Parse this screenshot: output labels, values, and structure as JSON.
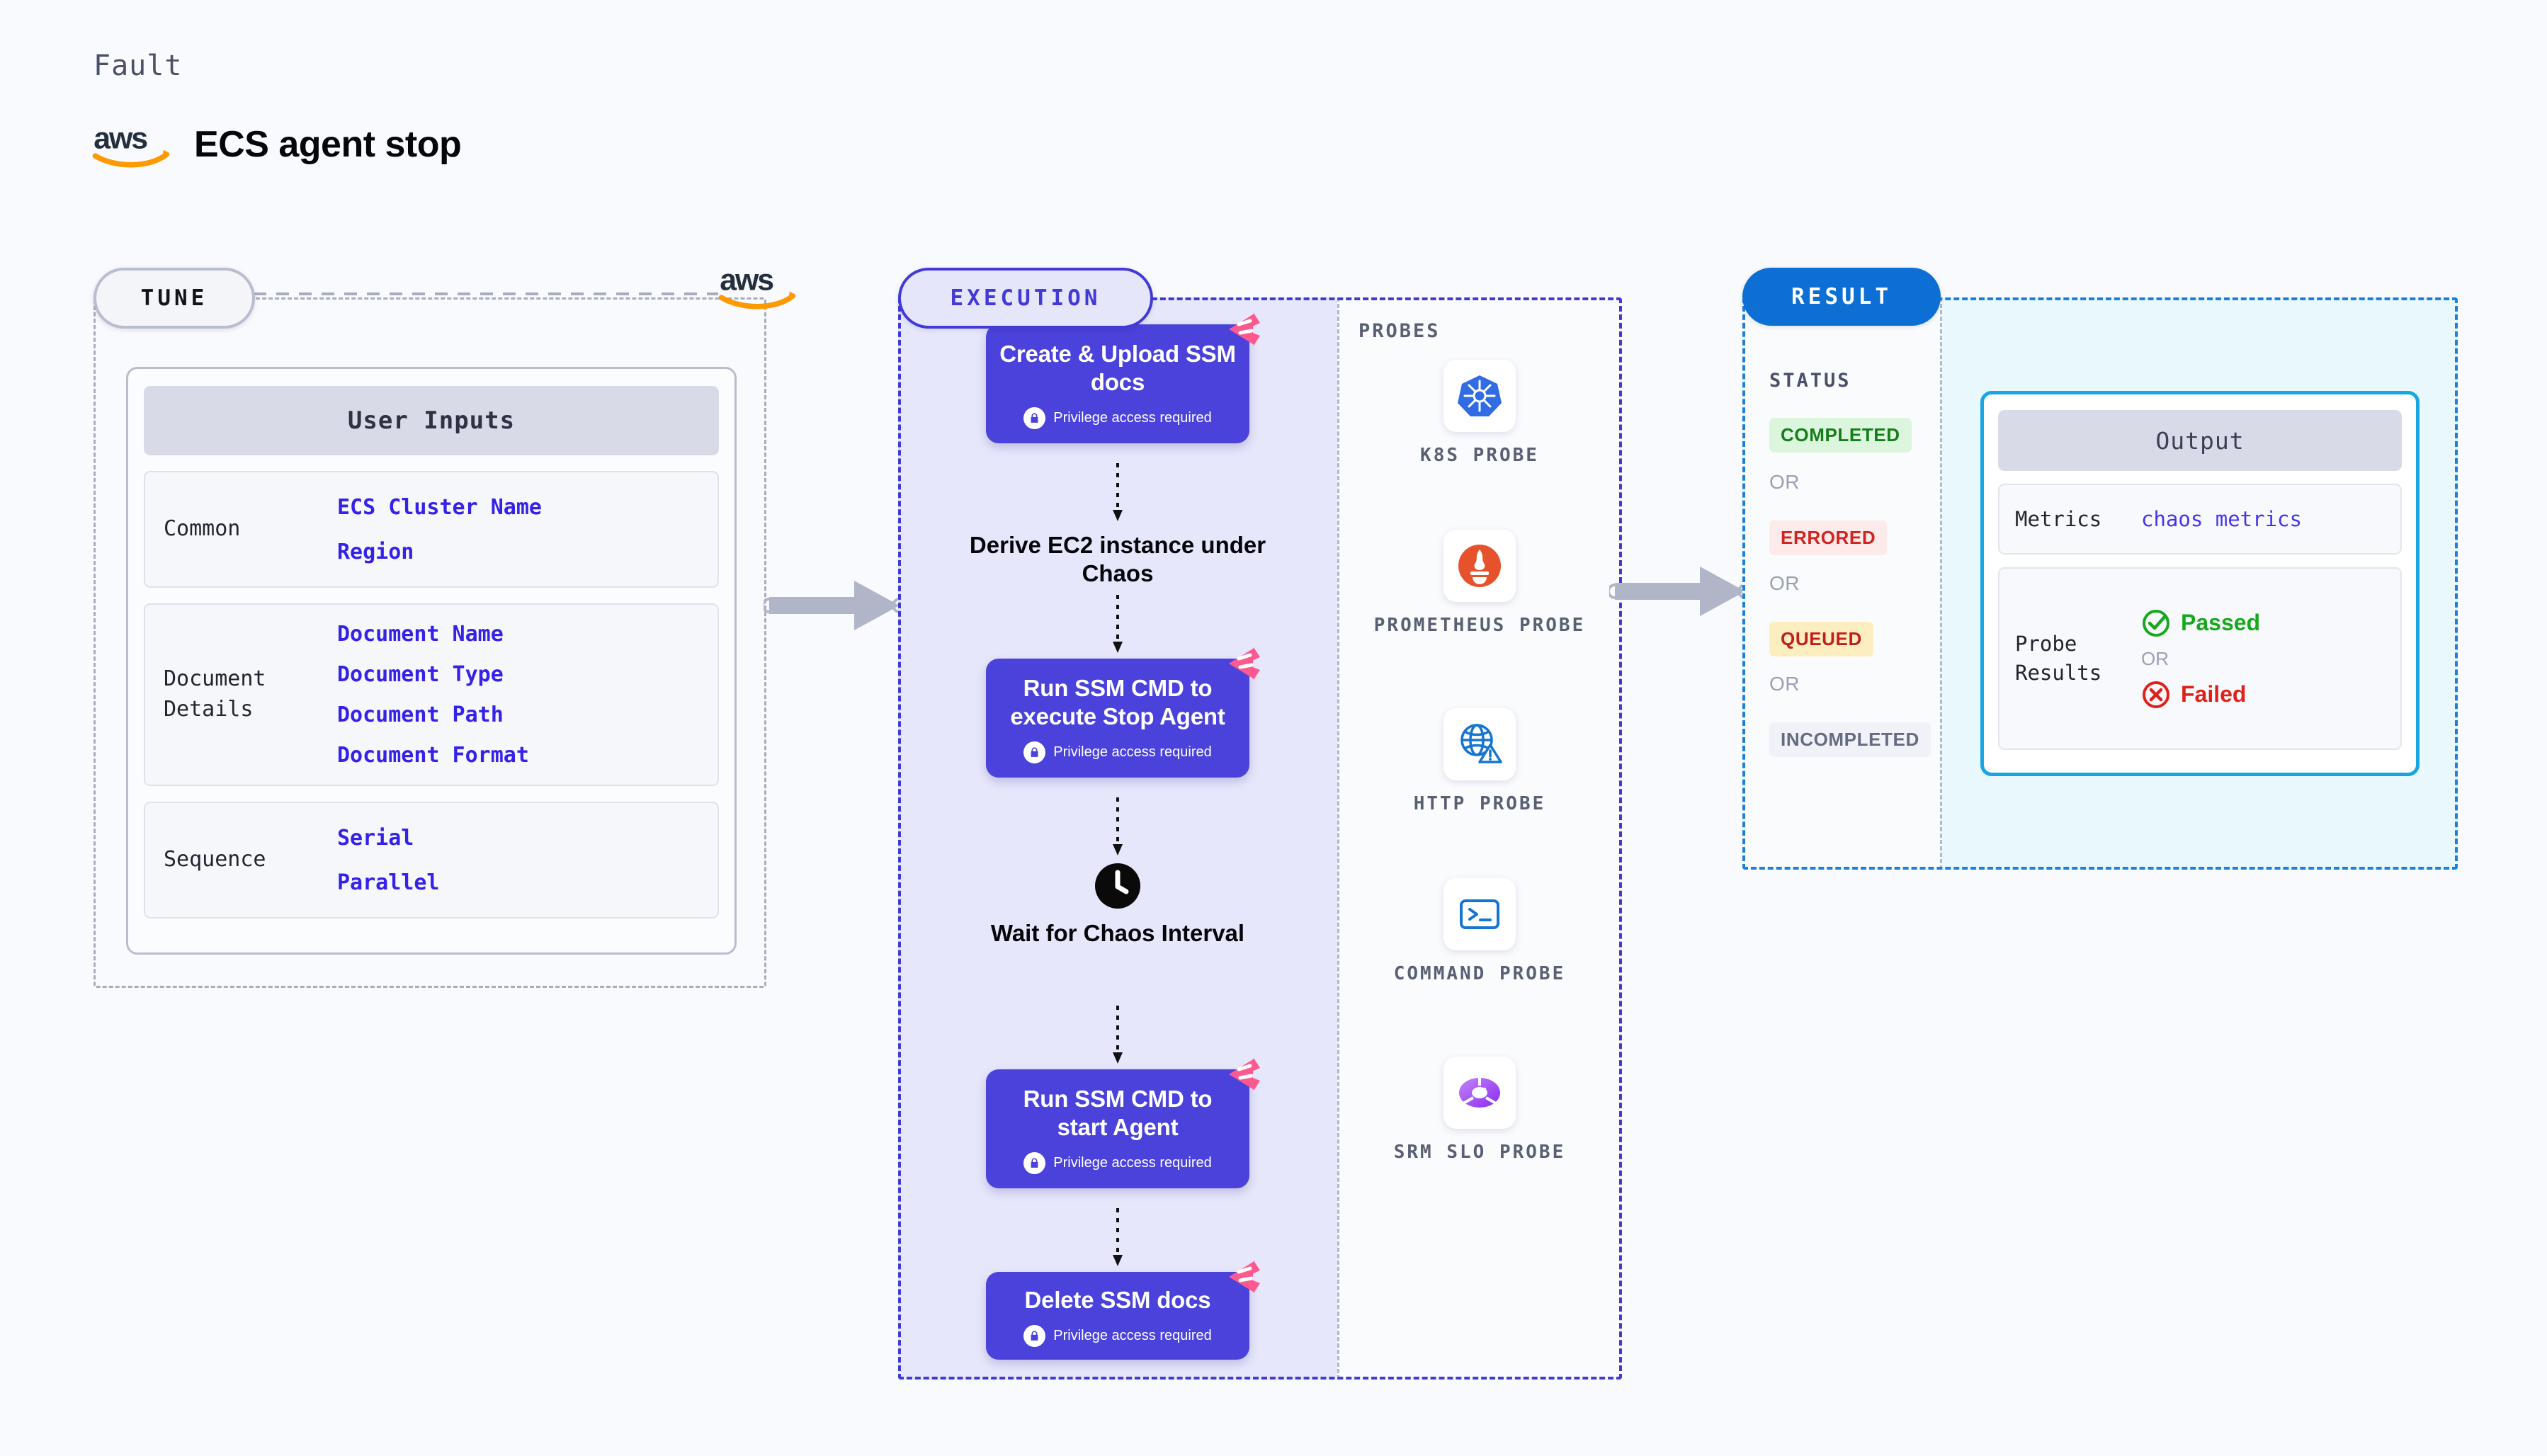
{
  "header": {
    "eyebrow": "Fault",
    "title": "ECS agent stop",
    "logo_icon": "aws-logo"
  },
  "tune": {
    "pill_label": "TUNE",
    "aws_icon": "aws-logo",
    "card_title": "User Inputs",
    "groups": [
      {
        "label": "Common",
        "values": [
          "ECS Cluster Name",
          "Region"
        ]
      },
      {
        "label": "Document\nDetails",
        "values": [
          "Document Name",
          "Document Type",
          "Document Path",
          "Document Format"
        ]
      },
      {
        "label": "Sequence",
        "values": [
          "Serial",
          "Parallel"
        ]
      }
    ]
  },
  "execution": {
    "pill_label": "EXECUTION",
    "privilege_note": "Privilege access required",
    "lock_icon": "lock-icon",
    "badge_icon": "litmus-logo-icon",
    "clock_icon": "clock-icon",
    "steps": [
      {
        "type": "node",
        "title": "Create & Upload SSM docs",
        "privileged": true
      },
      {
        "type": "plain",
        "title": "Derive EC2 instance under Chaos"
      },
      {
        "type": "node",
        "title": "Run SSM CMD to execute Stop Agent",
        "privileged": true
      },
      {
        "type": "clock",
        "title": "Wait for Chaos Interval"
      },
      {
        "type": "node",
        "title": "Run SSM CMD to start Agent",
        "privileged": true
      },
      {
        "type": "node",
        "title": "Delete SSM docs",
        "privileged": true
      }
    ]
  },
  "probes": {
    "title": "PROBES",
    "items": [
      {
        "label": "K8S PROBE",
        "icon": "kubernetes-icon"
      },
      {
        "label": "PROMETHEUS PROBE",
        "icon": "prometheus-icon"
      },
      {
        "label": "HTTP PROBE",
        "icon": "http-globe-icon"
      },
      {
        "label": "COMMAND PROBE",
        "icon": "terminal-icon"
      },
      {
        "label": "SRM SLO PROBE",
        "icon": "srm-slo-icon"
      }
    ]
  },
  "result": {
    "pill_label": "RESULT",
    "status_title": "STATUS",
    "or_label": "OR",
    "statuses": [
      {
        "label": "COMPLETED",
        "style": "completed"
      },
      {
        "label": "ERRORED",
        "style": "errored"
      },
      {
        "label": "QUEUED",
        "style": "queued"
      },
      {
        "label": "INCOMPLETED",
        "style": "incompleted"
      }
    ],
    "output": {
      "title": "Output",
      "metrics_label": "Metrics",
      "metrics_value": "chaos metrics",
      "probe_results_label": "Probe\nResults",
      "passed_label": "Passed",
      "failed_label": "Failed",
      "or_label": "OR",
      "pass_icon": "check-circle-icon",
      "fail_icon": "x-circle-icon"
    }
  },
  "colors": {
    "purple": "#4a42da",
    "purple_panel": "#e7e7fb",
    "pink": "#fb5a91",
    "result_blue": "#0d6fd4",
    "output_cyan": "#17a6e0",
    "indigo_text": "#3521e8",
    "background": "#f9fafd"
  }
}
